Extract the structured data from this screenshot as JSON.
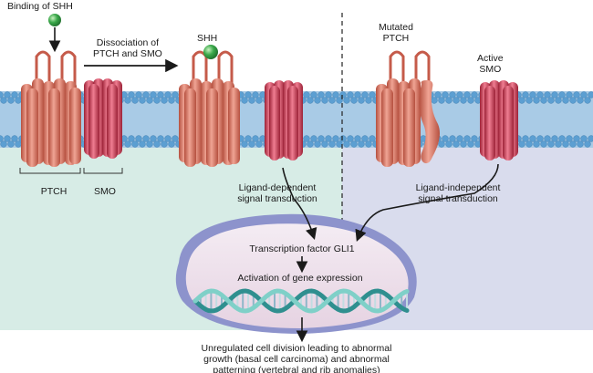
{
  "labels": {
    "binding": "Binding of SHH",
    "dissociation": "Dissociation of\nPTCH and SMO",
    "shh": "SHH",
    "mutated_ptch": "Mutated\nPTCH",
    "active_smo": "Active\nSMO",
    "ptch": "PTCH",
    "smo": "SMO",
    "ligand_dependent": "Ligand-dependent\nsignal transduction",
    "ligand_independent": "Ligand-independent\nsignal transduction",
    "transcription_factor": "Transcription factor GLI1",
    "activation": "Activation of gene expression",
    "outcome": "Unregulated cell division leading to abnormal\ngrowth (basal cell carcinoma) and abnormal\npatterning (vertebral and rib anomalies)"
  },
  "colors": {
    "background_left": "#d7ece6",
    "background_right": "#d9dced",
    "membrane": "#a9cbe6",
    "lipid_head": "#5c9fd2",
    "ptch": "#e07a68",
    "ptch_dark": "#b5503f",
    "smo": "#cf3a52",
    "smo_dark": "#9c2237",
    "ligand": "#3aa84a",
    "nucleus": "#ebdde9",
    "nucleus_rim": "#7f86c4",
    "dna_a": "#2f8f8f",
    "dna_b": "#7fd0c8"
  }
}
